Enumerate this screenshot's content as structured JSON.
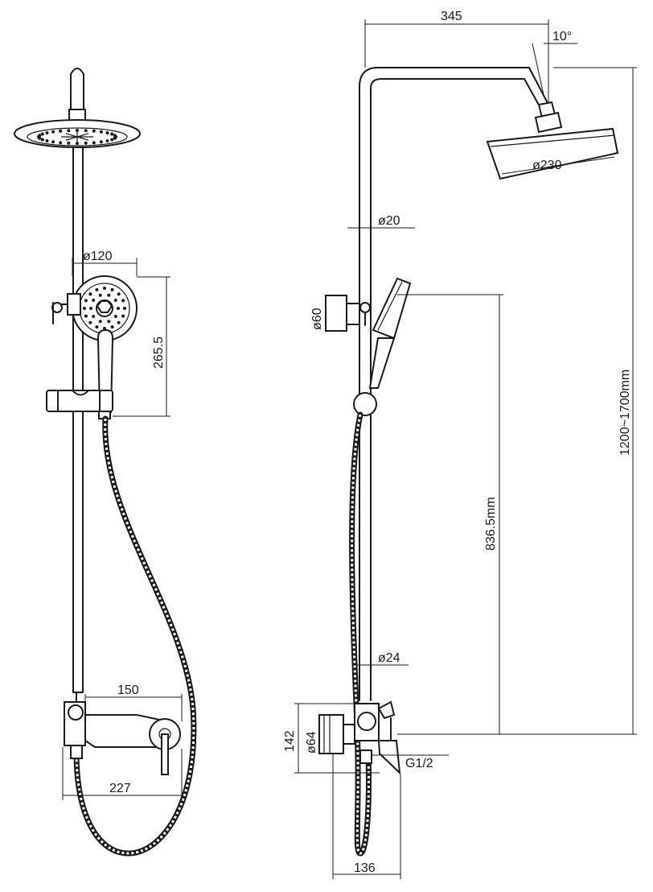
{
  "dimensions": {
    "head_diameter_front": "ø120",
    "handshower_height": "265.5",
    "spout_length": "150",
    "mixer_width": "227",
    "arm_reach": "345",
    "head_tilt": "10°",
    "head_diameter": "ø230",
    "pipe_diameter_upper": "ø20",
    "holder_diameter": "ø60",
    "slide_height": "836.5mm",
    "total_height": "1200~1700mm",
    "pipe_diameter_lower": "ø24",
    "mixer_height": "142",
    "mixer_diameter": "ø64",
    "inlet_thread": "G1/2",
    "mixer_depth": "136"
  },
  "colors": {
    "line": "#1a1a1a",
    "background": "#ffffff"
  }
}
